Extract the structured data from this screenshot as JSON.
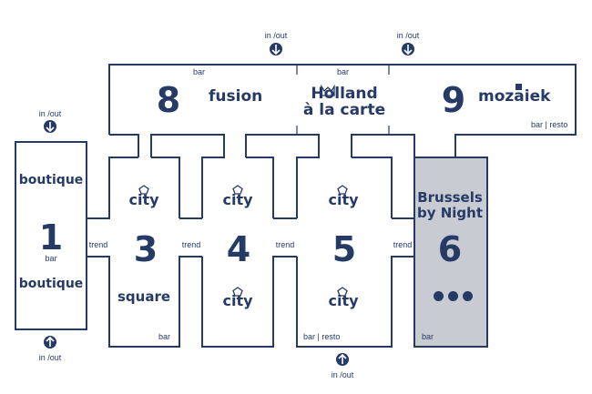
{
  "entrances": [
    {
      "label": "in /out",
      "dir": "down",
      "id": "a"
    },
    {
      "label": "in /out",
      "dir": "down",
      "id": "b"
    },
    {
      "label": "in /out",
      "dir": "down",
      "id": "c"
    },
    {
      "label": "in /out",
      "dir": "up",
      "id": "d"
    },
    {
      "label": "in /out",
      "dir": "up",
      "id": "e"
    }
  ],
  "rooms": {
    "r1": {
      "number": "1",
      "logo_top": "boutique",
      "logo_bottom": "boutique",
      "sub": "bar"
    },
    "r3": {
      "number": "3",
      "logo_top": "city",
      "logo_bottom": "square",
      "tag": "bar"
    },
    "r4": {
      "number": "4",
      "logo_top": "city",
      "logo_bottom": "city"
    },
    "r5": {
      "number": "5",
      "logo_top": "city",
      "logo_bottom": "city",
      "tag": "bar | resto"
    },
    "r6": {
      "number": "6",
      "name_line1": "Brussels",
      "name_line2": "by Night",
      "tag": "bar"
    },
    "r8": {
      "number": "8",
      "logo": "fusion",
      "tag": "bar"
    },
    "r_holland": {
      "line1": "Holland",
      "line2": "à la carte",
      "tag": "bar"
    },
    "r9": {
      "number": "9",
      "logo": "mozaiek",
      "tag": "bar | resto"
    }
  },
  "corridors": [
    "trend",
    "trend",
    "trend",
    "trend"
  ],
  "colors": {
    "navy": "#263a66",
    "highlight": "#c8cbd2"
  }
}
